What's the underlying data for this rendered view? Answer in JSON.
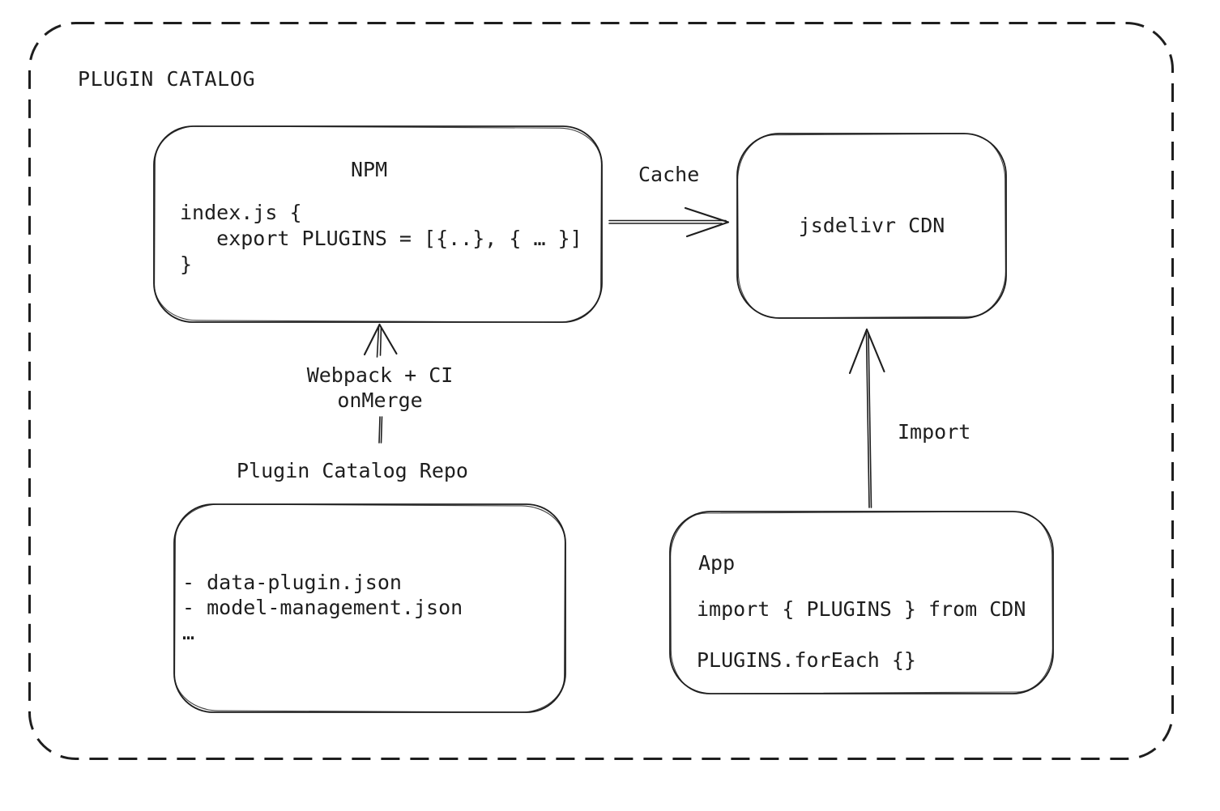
{
  "frame": {
    "title": "PLUGIN CATALOG"
  },
  "nodes": {
    "npm": {
      "title": "NPM",
      "code": "index.js {\n   export PLUGINS = [{..}, { … }]\n}"
    },
    "cdn": {
      "title": "jsdelivr CDN"
    },
    "repo": {
      "title": "Plugin Catalog Repo",
      "files": "- data-plugin.json\n- model-management.json\n…"
    },
    "app": {
      "title": "App",
      "import_line": "import { PLUGINS } from CDN",
      "foreach_line": "PLUGINS.forEach {}"
    }
  },
  "edges": {
    "cache": {
      "label": "Cache",
      "from": "NPM",
      "to": "jsdelivr CDN"
    },
    "build": {
      "label": "Webpack + CI\nonMerge",
      "from": "Plugin Catalog Repo",
      "to": "NPM"
    },
    "import": {
      "label": "Import",
      "from": "App",
      "to": "jsdelivr CDN"
    }
  },
  "colors": {
    "stroke": "#1e1e1e",
    "background": "#ffffff"
  }
}
